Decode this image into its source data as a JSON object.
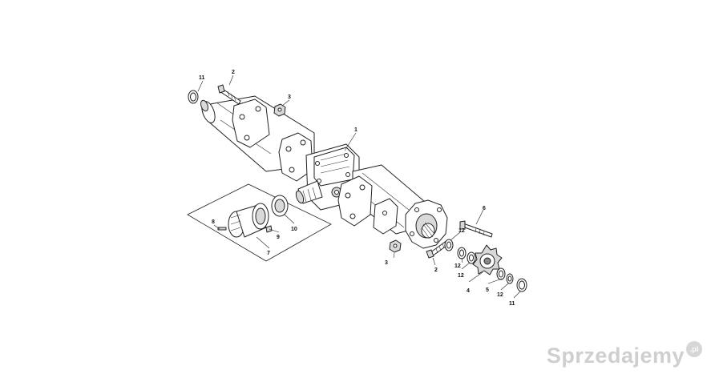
{
  "labels": {
    "l1": "1",
    "l2a": "2",
    "l2b": "2",
    "l3a": "3",
    "l3b": "3",
    "l4": "4",
    "l5": "5",
    "l6": "6",
    "l7": "7",
    "l8": "8",
    "l9": "9",
    "l10": "10",
    "l11a": "11",
    "l11b": "11",
    "l12a": "12",
    "l12b": "12",
    "l12c": "12",
    "l12d": "12"
  },
  "watermark": {
    "text": "Sprzedajemy",
    "badge": ".pl"
  }
}
